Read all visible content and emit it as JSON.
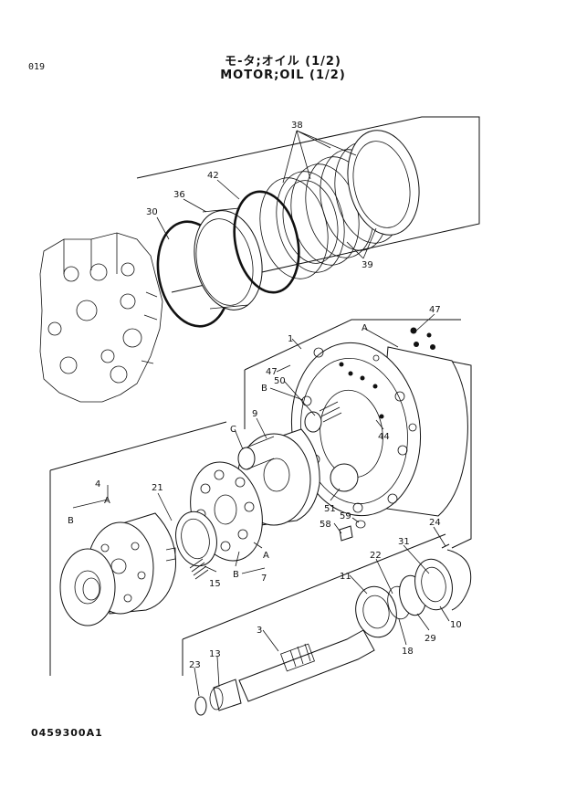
{
  "header": {
    "page_number": "019",
    "title_japanese": "モ-タ;オイル (1/2)",
    "title_english": "MOTOR;OIL (1/2)"
  },
  "footer": {
    "figure_code": "0459300A1"
  },
  "callouts": {
    "n38": "38",
    "n42": "42",
    "n36": "36",
    "n30": "30",
    "n39": "39",
    "n47a": "47",
    "A_top": "A",
    "n1": "1",
    "n47b": "47",
    "n50": "50",
    "B_mid": "B",
    "n9": "9",
    "C": "C",
    "n44": "44",
    "n4": "4",
    "A_left": "A",
    "B_left": "B",
    "n21": "21",
    "n15": "15",
    "A_plate": "A",
    "B_plate": "B",
    "n7": "7",
    "n51": "51",
    "n58": "58",
    "n59": "59",
    "n24": "24",
    "n22": "22",
    "n31": "31",
    "n11": "11",
    "n10": "10",
    "n29": "29",
    "n18": "18",
    "n3": "3",
    "n23": "23",
    "n13": "13"
  }
}
